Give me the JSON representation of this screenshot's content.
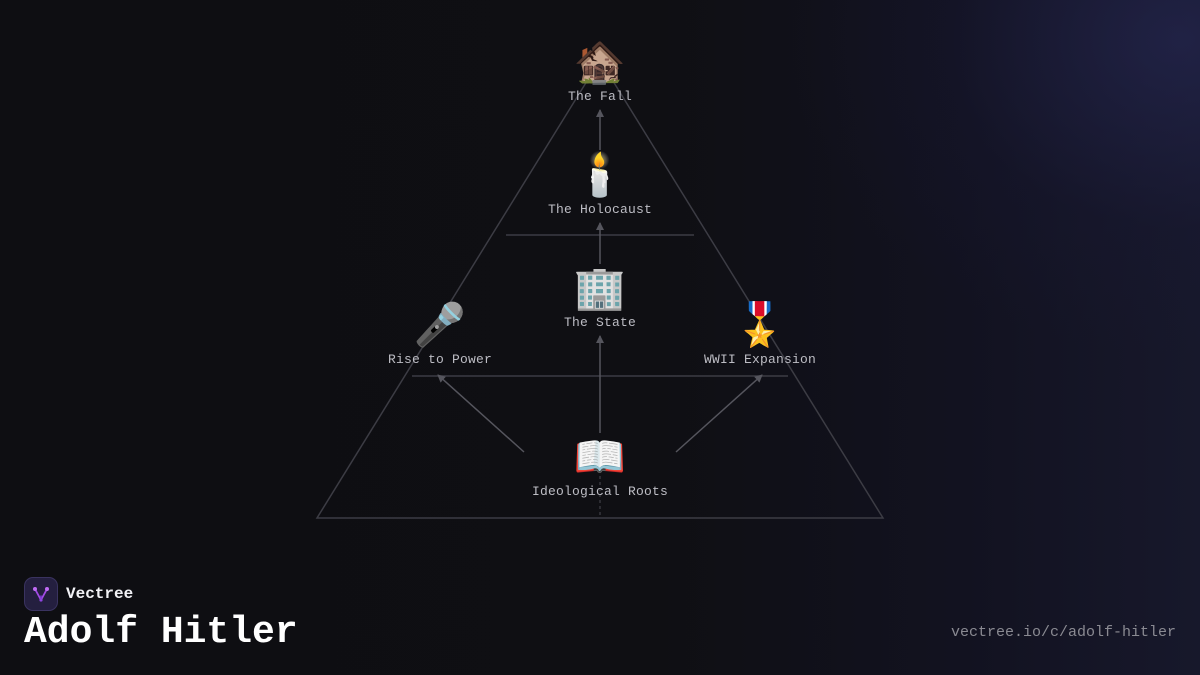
{
  "diagram": {
    "nodes": {
      "fall": {
        "label": "The Fall",
        "icon": "haunted-house-icon",
        "glyph": "🏚️"
      },
      "holocaust": {
        "label": "The Holocaust",
        "icon": "candle-icon",
        "glyph": "🕯️"
      },
      "state": {
        "label": "The State",
        "icon": "office-building-icon",
        "glyph": "🏢"
      },
      "rise": {
        "label": "Rise to Power",
        "icon": "microphone-icon",
        "glyph": "🎤"
      },
      "wwii": {
        "label": "WWII Expansion",
        "icon": "military-medal-icon",
        "glyph": "🎖️"
      },
      "roots": {
        "label": "Ideological Roots",
        "icon": "open-book-icon",
        "glyph": "📖"
      }
    },
    "edges": [
      [
        "roots",
        "state"
      ],
      [
        "roots",
        "rise"
      ],
      [
        "roots",
        "wwii"
      ],
      [
        "state",
        "holocaust"
      ],
      [
        "holocaust",
        "fall"
      ]
    ],
    "line_color": "#4a4a52"
  },
  "brand": {
    "name": "Vectree",
    "logo_icon": "vectree-logo-icon"
  },
  "page": {
    "title": "Adolf Hitler",
    "url": "vectree.io/c/adolf-hitler"
  }
}
